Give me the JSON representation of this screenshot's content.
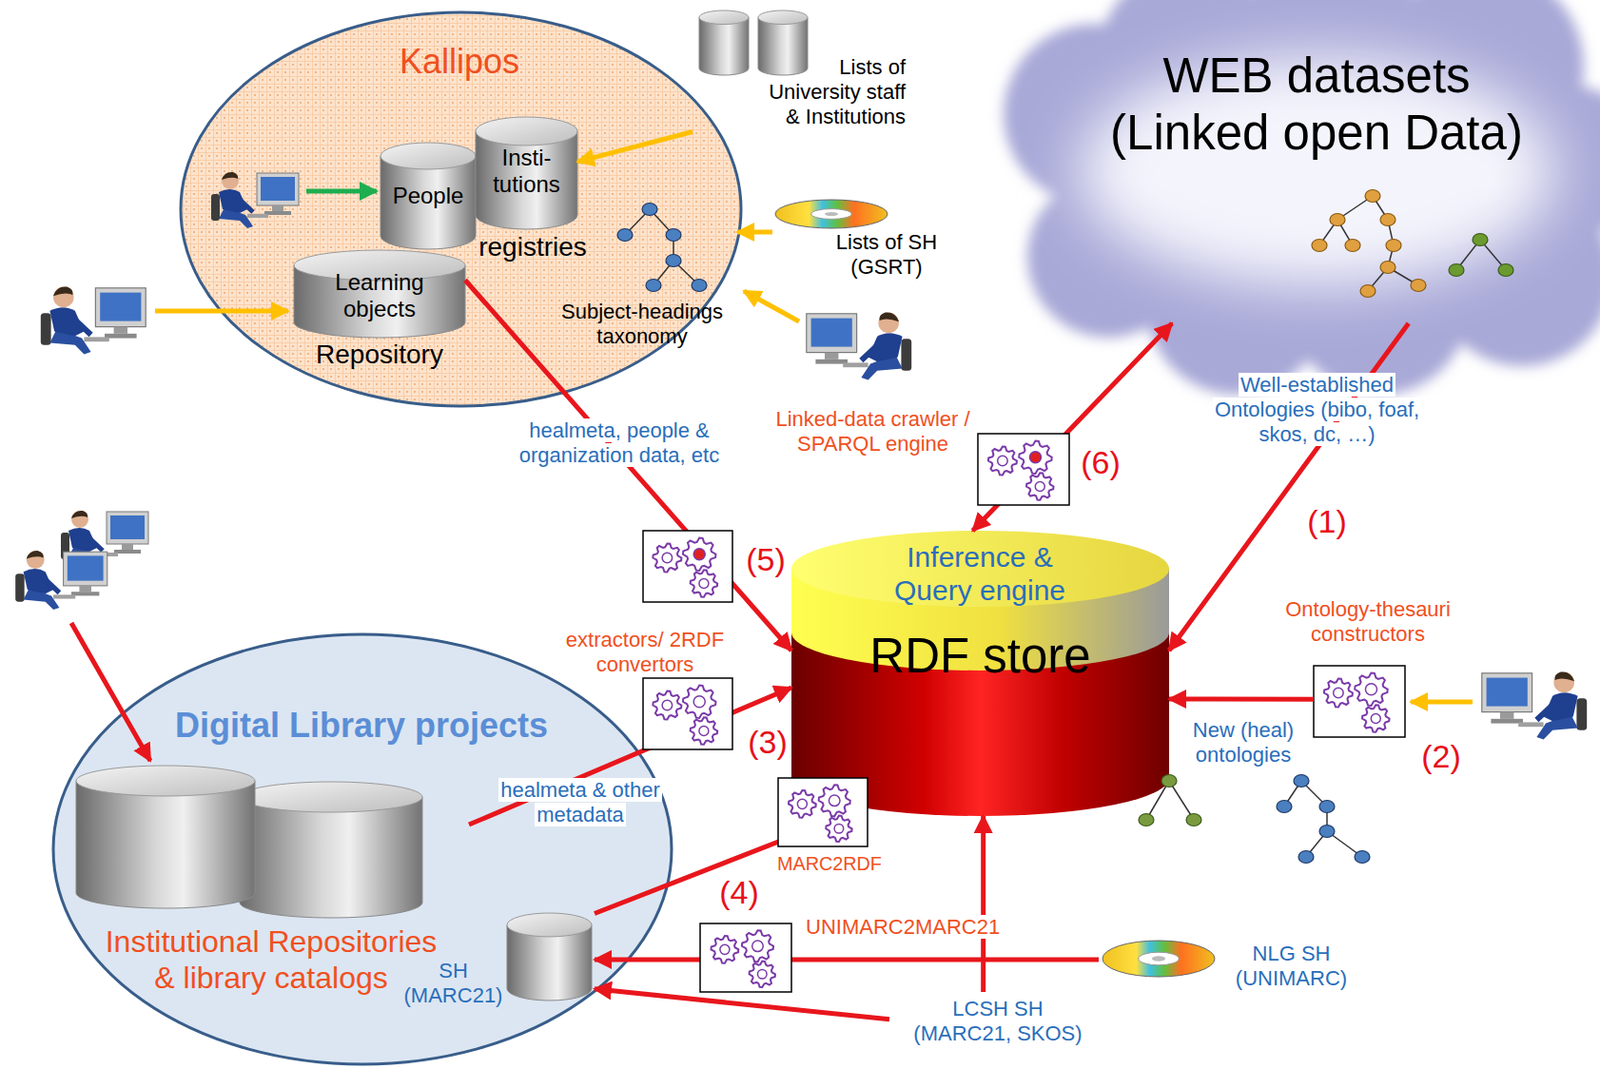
{
  "diagram": {
    "nodes": [
      {
        "text": [
          "Kallipos"
        ]
      },
      {
        "text": [
          "People"
        ],
        "in": 0
      },
      {
        "text": [
          "Insti- tutions"
        ],
        "in": 0
      },
      {
        "text": [
          "Learning objects",
          "Repository"
        ],
        "in": 0
      },
      {
        "text": [
          "Subject-headings taxonomy"
        ],
        "in": 0
      },
      {
        "text": [
          "Lists of University staff & Institutions"
        ]
      },
      {
        "text": [
          "Lists of SH (GSRT)"
        ]
      },
      {
        "text": [
          "WEB datasets (Linked open Data)"
        ]
      },
      {
        "text": [
          "Digital Library projects"
        ]
      },
      {
        "text": [
          "Institutional Repositories & library catalogs"
        ],
        "in": 8
      },
      {
        "text": [
          "SH (MARC21)"
        ],
        "in": 8
      },
      {
        "text": [
          "Inference & Query engine",
          "RDF store"
        ]
      },
      {
        "text": [
          "Ontology-thesauri constructors"
        ]
      },
      {
        "text": [
          "NLG SH (UNIMARC)"
        ]
      },
      {
        "text": [
          "LCSH SH (MARC21, SKOS)"
        ]
      }
    ],
    "edges": [
      {
        "from": 5,
        "to": 2,
        "arrow": "to"
      },
      {
        "from": 6,
        "to": 4,
        "arrow": "to"
      },
      {
        "from": 3,
        "to": 11,
        "label": "healmeta, people & organization data, etc",
        "arrow": "to"
      },
      {
        "from": 9,
        "to": 11,
        "label": "healmeta & other metadata",
        "arrow": "to"
      },
      {
        "from": 10,
        "to": 11,
        "arrow": "to"
      },
      {
        "from": 13,
        "to": 10,
        "label": "UNIMARC2MARC21",
        "arrow": "to"
      },
      {
        "from": 14,
        "to": 10,
        "arrow": "to"
      },
      {
        "from": 14,
        "to": 11,
        "arrow": "to"
      },
      {
        "from": 7,
        "to": 11,
        "label": "Well-established Ontologies (bibo, foaf, skos, dc, …)",
        "arrow": "to"
      },
      {
        "from": 11,
        "to": 7,
        "arrow": "both"
      },
      {
        "from": 12,
        "to": 11,
        "arrow": "to"
      }
    ],
    "labels": [
      "registries",
      "(5)",
      "extractors/ 2RDF convertors",
      "(3)",
      "MARC2RDF",
      "(4)",
      "Linked-data crawler / SPARQL engine",
      "(6)",
      "(1)",
      "(2)",
      "New (heal) ontologies"
    ]
  }
}
